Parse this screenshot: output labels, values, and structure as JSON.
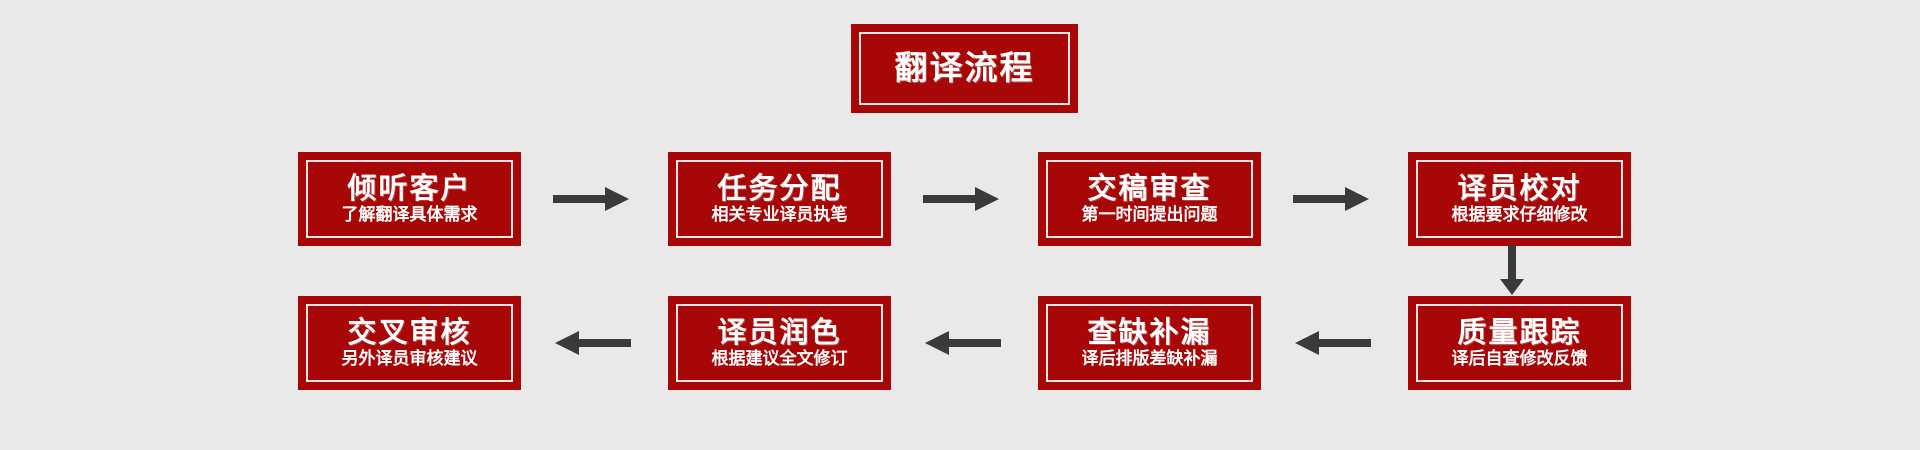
{
  "diagram": {
    "title": "翻译流程",
    "background_color": "#e9e9e9",
    "box_color": "#a80707",
    "box_inner_border_color": "#f3e6e4",
    "text_color": "#ffffff",
    "arrow_color": "#3a3a3a",
    "steps": [
      {
        "id": 1,
        "heading": "倾听客户",
        "sub": "了解翻译具体需求"
      },
      {
        "id": 2,
        "heading": "任务分配",
        "sub": "相关专业译员执笔"
      },
      {
        "id": 3,
        "heading": "交稿审查",
        "sub": "第一时间提出问题"
      },
      {
        "id": 4,
        "heading": "译员校对",
        "sub": "根据要求仔细修改"
      },
      {
        "id": 5,
        "heading": "质量跟踪",
        "sub": "译后自查修改反馈"
      },
      {
        "id": 6,
        "heading": "查缺补漏",
        "sub": "译后排版差缺补漏"
      },
      {
        "id": 7,
        "heading": "译员润色",
        "sub": "根据建议全文修订"
      },
      {
        "id": 8,
        "heading": "交叉审核",
        "sub": "另外译员审核建议"
      }
    ],
    "connectors": [
      {
        "id": "c1",
        "from": 1,
        "to": 2,
        "direction": "right"
      },
      {
        "id": "c2",
        "from": 2,
        "to": 3,
        "direction": "right"
      },
      {
        "id": "c3",
        "from": 3,
        "to": 4,
        "direction": "right"
      },
      {
        "id": "c4",
        "from": 4,
        "to": 5,
        "direction": "down"
      },
      {
        "id": "c5",
        "from": 5,
        "to": 6,
        "direction": "left"
      },
      {
        "id": "c6",
        "from": 6,
        "to": 7,
        "direction": "left"
      },
      {
        "id": "c7",
        "from": 7,
        "to": 8,
        "direction": "left"
      }
    ]
  }
}
